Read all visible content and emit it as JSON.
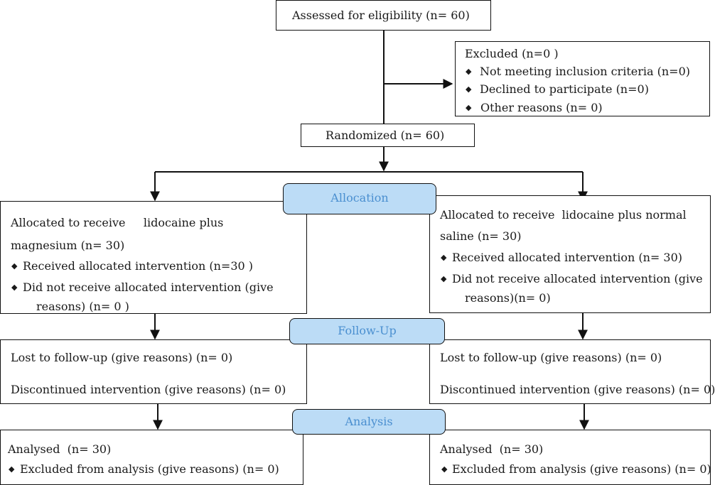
{
  "enrollment": {
    "assessed": "Assessed for eligibility (n= 60)",
    "excluded": {
      "title": "Excluded  (n=0 )",
      "reasons": [
        "Not meeting inclusion criteria (n=0)",
        "Declined to participate (n=0)",
        "Other reasons (n= 0)"
      ]
    },
    "randomized": "Randomized (n= 60)"
  },
  "phases": {
    "allocation": "Allocation",
    "followup": "Follow-Up",
    "analysis": "Analysis"
  },
  "left_arm": {
    "alloc_line1": "Allocated to receive     lidocaine plus",
    "alloc_line2": "magnesium  (n= 30)",
    "received": "Received allocated intervention (n=30 )",
    "not_received_line1": "Did not receive allocated intervention (give",
    "not_received_line2": "reasons) (n= 0 )",
    "lost": "Lost to follow-up (give reasons) (n= 0)",
    "discontinued": "Discontinued intervention (give reasons) (n= 0)",
    "analysed": "Analysed  (n= 30)",
    "excluded_analysis": "Excluded from analysis (give reasons) (n= 0)"
  },
  "right_arm": {
    "alloc_line1": "Allocated to receive  lidocaine plus normal",
    "alloc_line2": "saline  (n= 30)",
    "received": "Received allocated intervention (n= 30)",
    "not_received_line1": "Did not receive allocated intervention (give",
    "not_received_line2": "reasons)(n= 0)",
    "lost": "Lost to follow-up (give reasons) (n= 0)",
    "discontinued": "Discontinued intervention (give reasons) (n= 0)",
    "analysed": "Analysed  (n= 30)",
    "excluded_analysis": "Excluded from analysis (give reasons) (n= 0)"
  }
}
